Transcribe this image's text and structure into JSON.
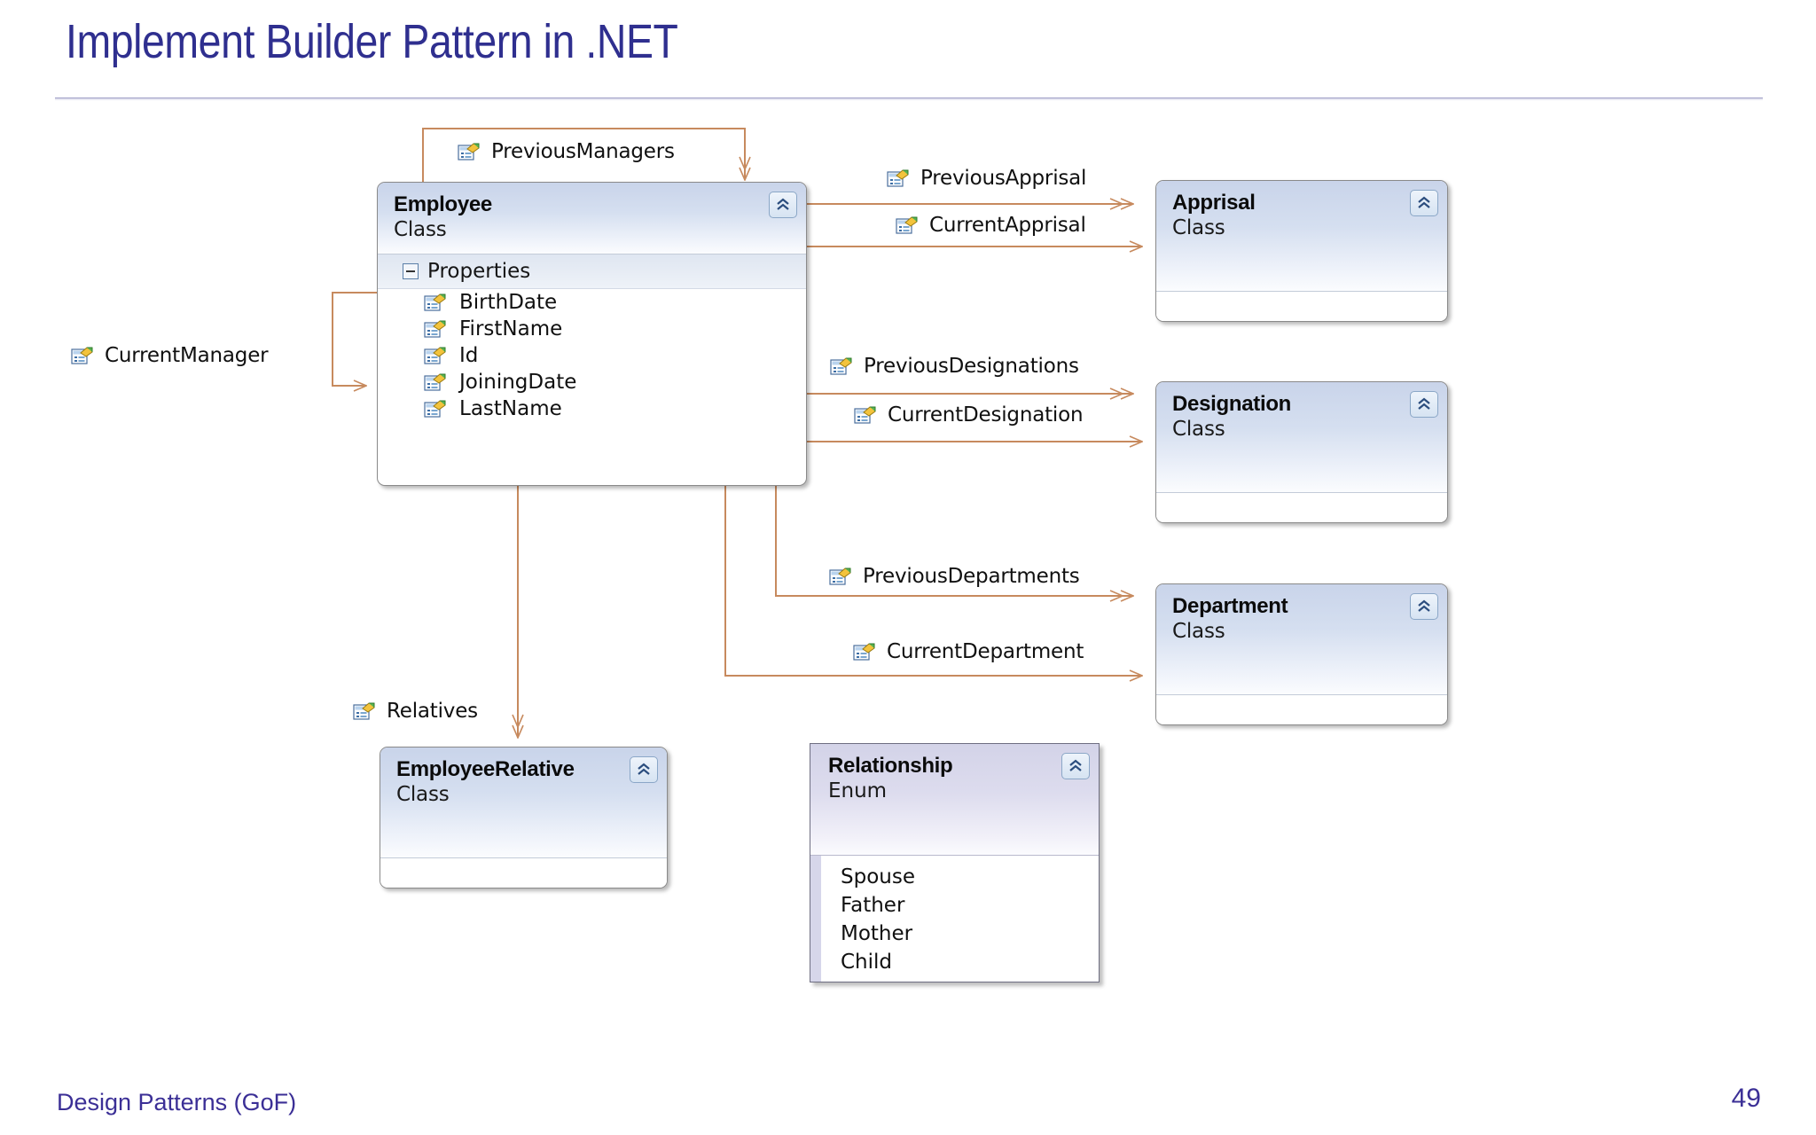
{
  "slide": {
    "title": "Implement Builder Pattern in .NET",
    "footer_left": "Design Patterns (GoF)",
    "page_number": "49",
    "title_color": "#2f2f8f",
    "footer_color": "#3b2f96",
    "connector_color": "#c78a5e"
  },
  "diagram": {
    "type": "uml-class-diagram",
    "shapes": [
      {
        "id": "employee",
        "name": "Employee",
        "kind": "Class",
        "sections": [
          {
            "label": "Properties",
            "members": [
              "BirthDate",
              "FirstName",
              "Id",
              "JoiningDate",
              "LastName"
            ]
          }
        ]
      },
      {
        "id": "apprisal",
        "name": "Apprisal",
        "kind": "Class",
        "sections": []
      },
      {
        "id": "designation",
        "name": "Designation",
        "kind": "Class",
        "sections": []
      },
      {
        "id": "department",
        "name": "Department",
        "kind": "Class",
        "sections": []
      },
      {
        "id": "emprelative",
        "name": "EmployeeRelative",
        "kind": "Class",
        "sections": []
      },
      {
        "id": "relationship",
        "name": "Relationship",
        "kind": "Enum",
        "members": [
          "Spouse",
          "Father",
          "Mother",
          "Child"
        ]
      }
    ],
    "associations": [
      {
        "id": "previous-managers",
        "label": "PreviousManagers",
        "from": "employee",
        "to": "employee",
        "multiplicity": "collection"
      },
      {
        "id": "current-manager",
        "label": "CurrentManager",
        "from": "employee",
        "to": "employee",
        "multiplicity": "single"
      },
      {
        "id": "previous-apprisal",
        "label": "PreviousApprisal",
        "from": "employee",
        "to": "apprisal",
        "multiplicity": "collection"
      },
      {
        "id": "current-apprisal",
        "label": "CurrentApprisal",
        "from": "employee",
        "to": "apprisal",
        "multiplicity": "single"
      },
      {
        "id": "previous-designations",
        "label": "PreviousDesignations",
        "from": "employee",
        "to": "designation",
        "multiplicity": "collection"
      },
      {
        "id": "current-designation",
        "label": "CurrentDesignation",
        "from": "employee",
        "to": "designation",
        "multiplicity": "single"
      },
      {
        "id": "previous-departments",
        "label": "PreviousDepartments",
        "from": "employee",
        "to": "department",
        "multiplicity": "collection"
      },
      {
        "id": "current-department",
        "label": "CurrentDepartment",
        "from": "employee",
        "to": "department",
        "multiplicity": "single"
      },
      {
        "id": "relatives",
        "label": "Relatives",
        "from": "employee",
        "to": "emprelative",
        "multiplicity": "collection"
      }
    ]
  }
}
